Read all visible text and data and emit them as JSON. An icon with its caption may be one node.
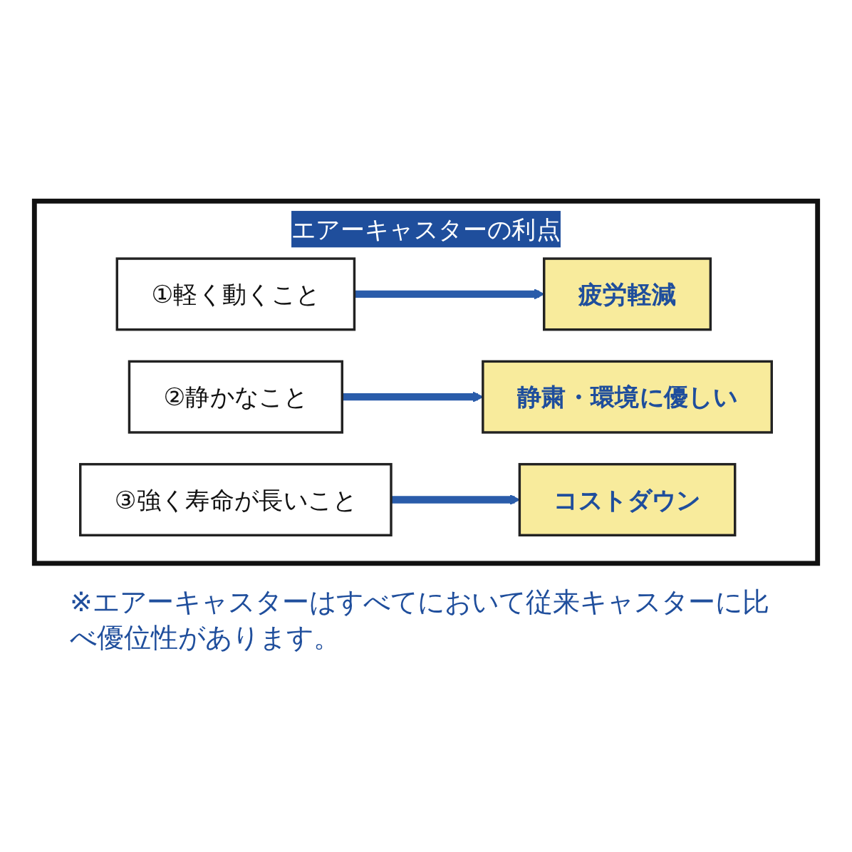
{
  "diagram": {
    "nodes": [
      {
        "text": [
          "エアーキャスターの利点"
        ]
      },
      {
        "text": [
          "①軽く動くこと"
        ],
        "in": 0
      },
      {
        "text": [
          "疲労軽減"
        ],
        "in": 0
      },
      {
        "text": [
          "②静かなこと"
        ],
        "in": 0
      },
      {
        "text": [
          "静粛・環境に優しい"
        ],
        "in": 0
      },
      {
        "text": [
          "③強く寿命が長いこと"
        ],
        "in": 0
      },
      {
        "text": [
          "コストダウン"
        ],
        "in": 0
      }
    ],
    "edges": [
      {
        "from": 1,
        "to": 2,
        "arrow": "to"
      },
      {
        "from": 3,
        "to": 4,
        "arrow": "to"
      },
      {
        "from": 5,
        "to": 6,
        "arrow": "to"
      }
    ],
    "labels": [
      "※エアーキャスターはすべてにおいて従来キャスターに比べ優位性があります。"
    ]
  }
}
